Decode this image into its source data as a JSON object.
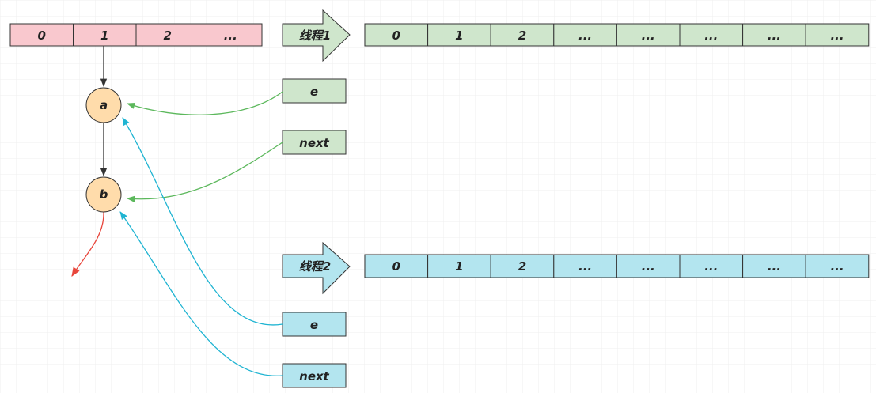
{
  "arrays": {
    "main": {
      "cells": [
        "0",
        "1",
        "2",
        "..."
      ]
    },
    "thread1": {
      "cells": [
        "0",
        "1",
        "2",
        "...",
        "...",
        "...",
        "...",
        "..."
      ]
    },
    "thread2": {
      "cells": [
        "0",
        "1",
        "2",
        "...",
        "...",
        "...",
        "...",
        "..."
      ]
    }
  },
  "threads": [
    {
      "label": "线程1",
      "e_label": "e",
      "next_label": "next"
    },
    {
      "label": "线程2",
      "e_label": "e",
      "next_label": "next"
    }
  ],
  "nodes": {
    "a": "a",
    "b": "b"
  },
  "colors": {
    "main_array": "#f9c8ce",
    "thread1": "#cfe6cc",
    "thread2": "#b3e5ef",
    "node": "#ffdcab",
    "edge_black": "#333333",
    "edge_red": "#e8463c",
    "edge_green": "#5cb85c",
    "edge_cyan": "#1fb4d2"
  }
}
